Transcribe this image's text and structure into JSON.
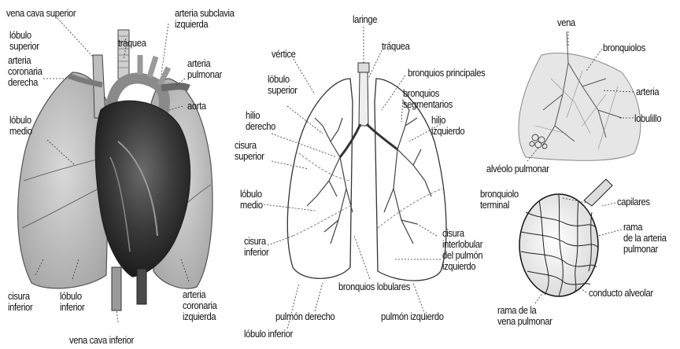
{
  "figures": {
    "heart_lungs": {
      "labels": {
        "vena_cava_superior": "vena cava superior",
        "arteria_subclavia": "arteria subclavia\nizquierda",
        "lobulo_superior": "lóbulo\nsuperior",
        "traquea": "tráquea",
        "arteria_coronaria_derecha": "arteria\ncoronaria\nderecha",
        "arteria_pulmonar": "arteria\npulmonar",
        "aorta": "aorta",
        "lobulo_medio": "lóbulo\nmedio",
        "cisura_inferior": "cisura\ninferior",
        "lobulo_inferior": "lóbulo\ninferior",
        "arteria_coronaria_izquierda": "arteria\ncoronaria\nizquierda",
        "vena_cava_inferior": "vena cava inferior"
      }
    },
    "bronchial_tree": {
      "labels": {
        "laringe": "laringe",
        "traquea": "tráquea",
        "vertice": "vértice",
        "bronquios_principales": "bronquios principales",
        "lobulo_superior": "lóbulo\nsuperior",
        "bronquios_segmentarios": "bronquios\nsegmentarios",
        "hilio_derecho": "hilio\nderecho",
        "hilio_izquierdo": "hilio\nizquierdo",
        "cisura_superior": "cisura\nsuperior",
        "lobulo_medio": "lóbulo\nmedio",
        "cisura_inferior": "cisura\ninferior",
        "cisura_interlobular": "cisura\ninterlobular\ndel pulmón\nizquierdo",
        "bronquios_lobulares": "bronquios lobulares",
        "pulmon_derecho": "pulmón derecho",
        "pulmon_izquierdo": "pulmón izquierdo",
        "lobulo_inferior": "lóbulo inferior"
      }
    },
    "lobule": {
      "labels": {
        "vena": "vena",
        "bronquiolos": "bronquiolos",
        "arteria": "arteria",
        "lobulillo": "lobulillo",
        "alveolo_pulmonar": "alvéolo pulmonar"
      }
    },
    "alveolus": {
      "labels": {
        "bronquiolo_terminal": "bronquiolo\nterminal",
        "capilares": "capilares",
        "rama_arteria_pulmonar": "rama\nde la arteria\npulmonar",
        "conducto_alveolar": "conducto alveolar",
        "rama_vena_pulmonar": "rama de la\nvena pulmonar"
      }
    }
  }
}
